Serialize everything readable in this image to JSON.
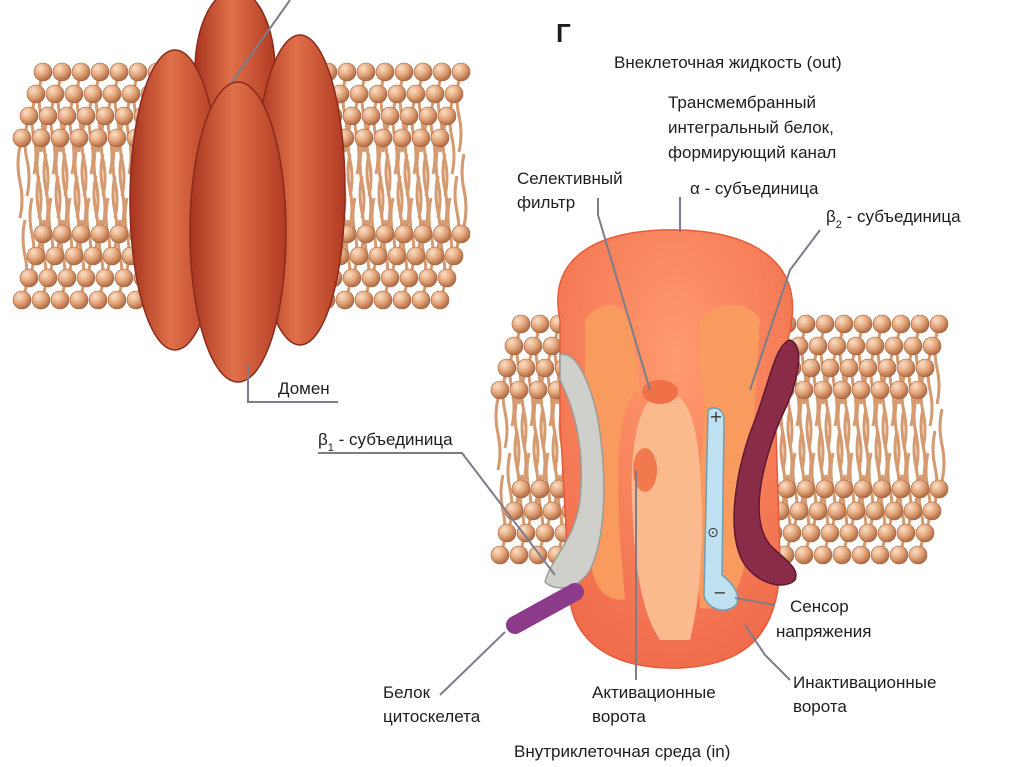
{
  "panel_letter": "Г",
  "labels": {
    "extracellular": "Внеклеточная жидкость (out)",
    "transmembrane_l1": "Трансмембранный",
    "transmembrane_l2": "интегральный белок,",
    "transmembrane_l3": "формирующий канал",
    "alpha_subunit": "α - субъединица",
    "selective_l1": "Селективный",
    "selective_l2": "фильтр",
    "beta2_prefix": "β",
    "beta2_sub": "2",
    "beta2_suffix": " - субъединица",
    "beta1_prefix": "β",
    "beta1_sub": "1",
    "beta1_suffix": " - субъединица",
    "domain": "Домен",
    "sensor_l1": "Сенсор",
    "sensor_l2": "напряжения",
    "inactivation_l1": "Инактивационные",
    "inactivation_l2": "ворота",
    "activation_l1": "Активационные",
    "activation_l2": "ворота",
    "cytoskeleton_l1": "Белок",
    "cytoskeleton_l2": "цитоскелета",
    "intracellular": "Внутриклеточная среда (in)"
  },
  "sensor_symbols": {
    "plus": "+",
    "dot": "⊙",
    "minus": "−"
  },
  "colors": {
    "lipid_head": "#e3a57a",
    "lipid_tail": "#d59a6f",
    "domain_fill": "#c84a2c",
    "channel_outer": "#f5835e",
    "channel_inner": "#f9a56a",
    "pore": "#fbb98e",
    "beta1": "#cfcfcc",
    "beta2": "#8a2b48",
    "sensor": "#bfe1f2",
    "cytoskeleton": "#8c3a8a"
  }
}
